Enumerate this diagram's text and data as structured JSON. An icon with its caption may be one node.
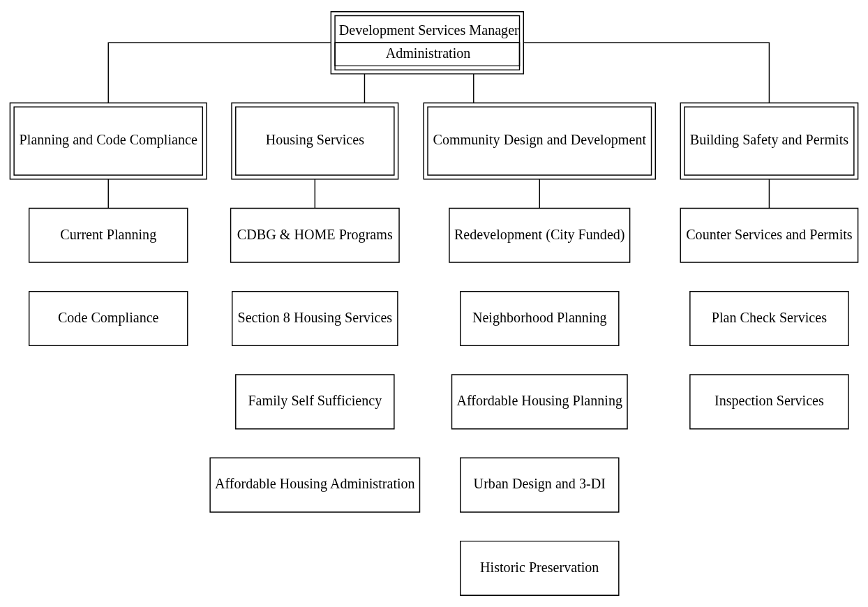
{
  "diagram": {
    "nodes": [
      {
        "text": [
          "Development Services Manager",
          "Administration"
        ]
      },
      {
        "text": [
          "Planning and Code Compliance"
        ]
      },
      {
        "text": [
          "Housing Services"
        ]
      },
      {
        "text": [
          "Community Design and Development"
        ]
      },
      {
        "text": [
          "Building Safety and Permits"
        ]
      },
      {
        "text": [
          "Current Planning"
        ]
      },
      {
        "text": [
          "Code Compliance"
        ]
      },
      {
        "text": [
          "CDBG & HOME Programs"
        ]
      },
      {
        "text": [
          "Section 8 Housing Services"
        ]
      },
      {
        "text": [
          "Family Self Sufficiency"
        ]
      },
      {
        "text": [
          "Affordable Housing Administration"
        ]
      },
      {
        "text": [
          "Redevelopment (City Funded)"
        ]
      },
      {
        "text": [
          "Neighborhood Planning"
        ]
      },
      {
        "text": [
          "Affordable Housing Planning"
        ]
      },
      {
        "text": [
          "Urban Design and 3-DI"
        ]
      },
      {
        "text": [
          "Historic Preservation"
        ]
      },
      {
        "text": [
          "Counter Services and Permits"
        ]
      },
      {
        "text": [
          "Plan Check Services"
        ]
      },
      {
        "text": [
          "Inspection Services"
        ]
      }
    ],
    "edges": [
      {
        "from": 0,
        "to": 1,
        "arrow": "none"
      },
      {
        "from": 0,
        "to": 2,
        "arrow": "none"
      },
      {
        "from": 0,
        "to": 3,
        "arrow": "none"
      },
      {
        "from": 0,
        "to": 4,
        "arrow": "none"
      },
      {
        "from": 1,
        "to": 5,
        "arrow": "none"
      },
      {
        "from": 2,
        "to": 7,
        "arrow": "none"
      },
      {
        "from": 3,
        "to": 11,
        "arrow": "none"
      },
      {
        "from": 4,
        "to": 16,
        "arrow": "none"
      }
    ]
  }
}
